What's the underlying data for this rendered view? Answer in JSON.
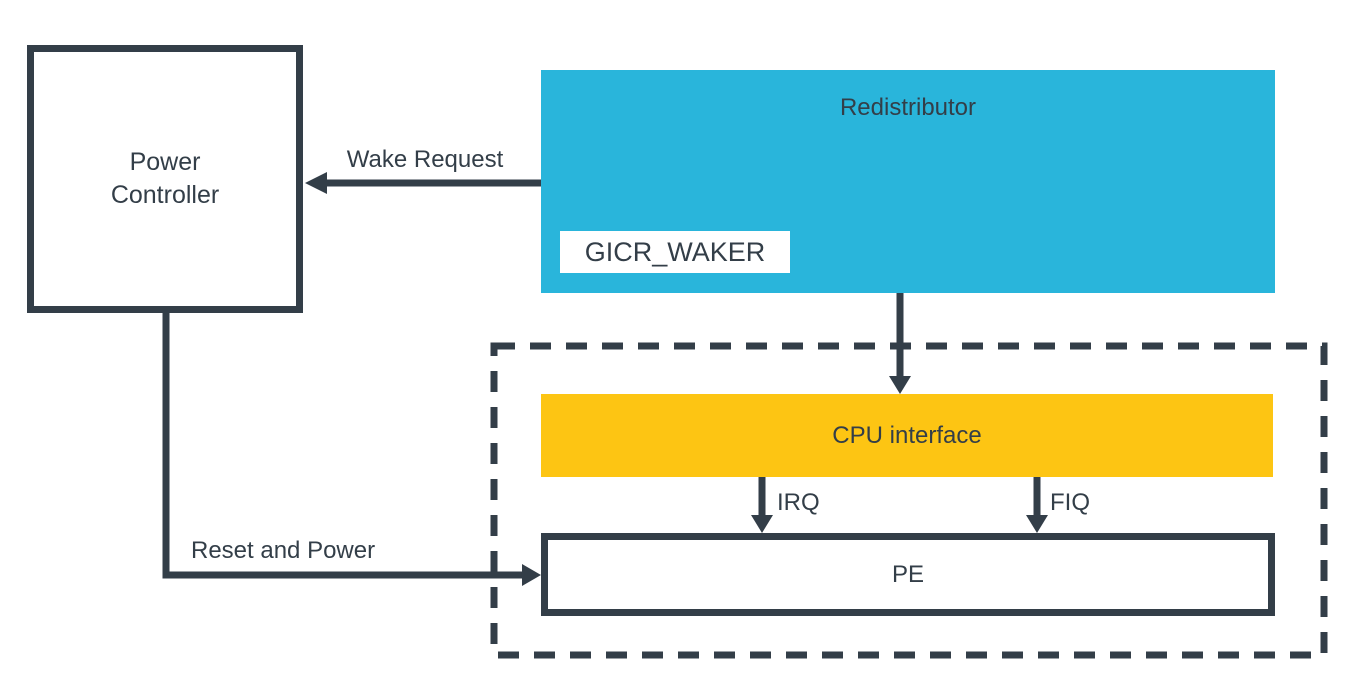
{
  "colors": {
    "line_dark": "#333E48",
    "redistributor_cyan": "#29B5DB",
    "cpu_interface_yellow": "#FDC513",
    "box_fill_white": "#FFFFFF"
  },
  "nodes": {
    "power_controller": {
      "label_line1": "Power",
      "label_line2": "Controller"
    },
    "redistributor": {
      "label": "Redistributor",
      "register_label": "GICR_WAKER"
    },
    "cpu_interface": {
      "label": "CPU interface"
    },
    "pe": {
      "label": "PE"
    }
  },
  "edges": {
    "wake_request": {
      "label": "Wake Request"
    },
    "reset_and_power": {
      "label": "Reset and Power"
    },
    "irq": {
      "label": "IRQ"
    },
    "fiq": {
      "label": "FIQ"
    }
  }
}
